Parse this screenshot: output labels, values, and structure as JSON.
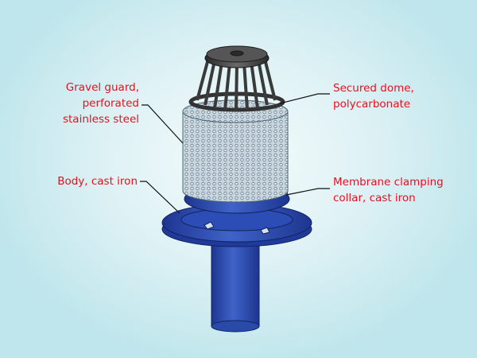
{
  "labels": {
    "gravel_guard": [
      "Gravel guard,",
      "perforated",
      "stainless steel"
    ],
    "secured_dome": [
      "Secured dome,",
      "polycarbonate"
    ],
    "body": [
      "Body, cast iron"
    ],
    "collar": [
      "Membrane clamping",
      "collar, cast iron"
    ]
  },
  "colors": {
    "label": "#e8101e",
    "body": "#2f4fb0",
    "dome": "#3a3a3a",
    "mesh": "#9fb6c4"
  }
}
